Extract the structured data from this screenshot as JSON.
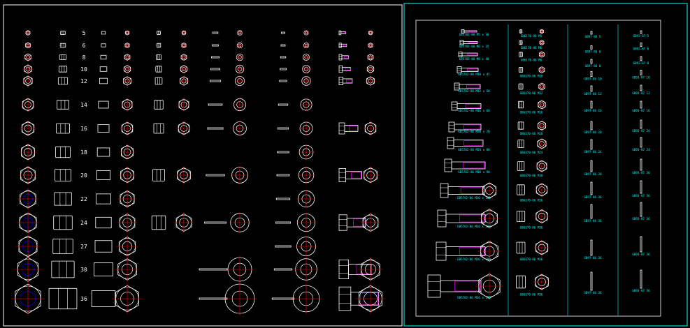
{
  "colors": {
    "background": "#000000",
    "frame": "#ffffff",
    "cyan_frame": "#00ffff",
    "drawing": "#ffffff",
    "center": "#ff0000",
    "thread": "#ff00ff",
    "hidden": "#0000ff",
    "label": "#00ffff"
  },
  "left_panel": {
    "sizes": [
      "5",
      "6",
      "8",
      "10",
      "12",
      "14",
      "16",
      "18",
      "20",
      "22",
      "24",
      "27",
      "30",
      "36"
    ]
  },
  "right_panel": {
    "columns": [
      {
        "captions": [
          "GB5782-86 M5 x 30",
          "GB5782-86 M6 x 35",
          "GB5782-86 M8 x 40",
          "GB5782-86 M10 x 45",
          "GB5782-86 M12 x 50",
          "GB5782-86 M16 x 60",
          "GB5782-86 M20 x 70",
          "GB5782-86 M24 x 80",
          "GB5782-86 M30 x 90",
          "GB5782-86 M36 x 100"
        ]
      },
      {
        "captions": [
          "GB6170-86 M5",
          "GB6170-86 M6",
          "GB6170-86 M8",
          "GB6170-86 M10",
          "GB6170-86 M12",
          "GB6170-86 M16",
          "GB6170-86 M20",
          "GB6170-86 M24",
          "GB6170-86 M30",
          "GB6170-86 M36"
        ]
      },
      {
        "captions": [
          "GB97-86 5",
          "GB97-86 6",
          "GB97-86 8",
          "GB97-86 10",
          "GB97-86 12",
          "GB97-86 16",
          "GB97-86 20",
          "GB97-86 24",
          "GB97-86 30",
          "GB97-86 36"
        ]
      },
      {
        "captions": [
          "GB93-87 5",
          "GB93-87 6",
          "GB93-87 8",
          "GB93-87 10",
          "GB93-87 12",
          "GB93-87 16",
          "GB93-87 20",
          "GB93-87 24",
          "GB93-87 30",
          "GB93-87 36"
        ]
      }
    ]
  }
}
